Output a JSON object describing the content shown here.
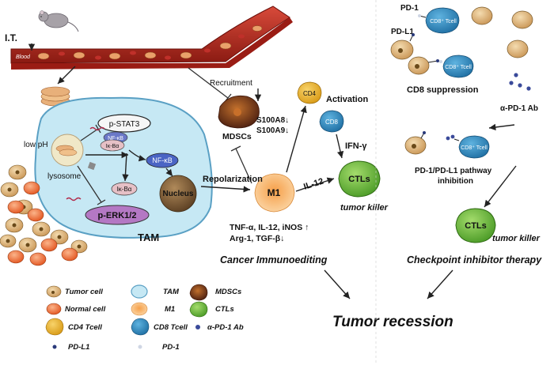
{
  "top_labels": {
    "it": "I.T.",
    "blood": "Blood",
    "recruitment": "Recruitment",
    "s100a8": "S100A8↓",
    "s100a9": "S100A9↓",
    "mdscs": "MDSCs",
    "activation": "Activation",
    "ifn": "IFN-γ",
    "il12": "IL-12",
    "ctls": "CTLs",
    "tumor_killer": "tumor killer",
    "m1": "M1",
    "cd4": "CD4",
    "cd8": "CD8",
    "repolarization": "Repolarization",
    "cytokines_up": "TNF-α, IL-12, iNOS ↑",
    "cytokines_down": "Arg-1, TGF-β↓",
    "cancer_immunoediting": "Cancer Immunoediting",
    "tumor_recession": "Tumor recession"
  },
  "tam_labels": {
    "low_ph": "low pH",
    "lysosome": "lysosome",
    "pstat3": "p-STAT3",
    "nfkb_complex": "NF-κB",
    "ikba_complex": "Iκ-Bα",
    "nfkb": "NF-κB",
    "ikba": "Iκ-Bα",
    "nucleus": "Nucleus",
    "perk": "p-ERK1/2",
    "tam": "TAM"
  },
  "right_labels": {
    "pd1": "PD-1",
    "pdl1": "PD-L1",
    "cd8_tcell": "CD8⁺ Tcell",
    "cd8_suppression": "CD8 suppression",
    "anti_pd1": "α-PD-1 Ab",
    "pathway_inhibition_1": "PD-1/PD-L1 pathway",
    "pathway_inhibition_2": "inhibition",
    "ctls": "CTLs",
    "tumor_killer": "tumor killer",
    "checkpoint": "Checkpoint inhibitor therapy"
  },
  "legend": [
    {
      "icon": "tumor-cell",
      "label": "Tumor cell"
    },
    {
      "icon": "tam",
      "label": "TAM"
    },
    {
      "icon": "mdsc",
      "label": "MDSCs"
    },
    {
      "icon": "normal-cell",
      "label": "Normal cell"
    },
    {
      "icon": "m1",
      "label": "M1"
    },
    {
      "icon": "ctl",
      "label": "CTLs"
    },
    {
      "icon": "cd4",
      "label": "CD4 Tcell"
    },
    {
      "icon": "cd8",
      "label": "CD8 Tcell"
    },
    {
      "icon": "anti-pd1",
      "label": "α-PD-1  Ab"
    },
    {
      "icon": "pdl1",
      "label": "PD-L1"
    },
    {
      "icon": "pd1",
      "label": "PD-1"
    }
  ],
  "colors": {
    "blood": "#b3261e",
    "tam_fill": "#c6e8f4",
    "tumor_fill": "#e3bd87",
    "normal_fill": "#f07a3c",
    "ctl_fill": "#6fbf3f",
    "cd8_fill": "#2f8cc4",
    "cd4_fill": "#f0b62c",
    "m1_fill": "#f6b77a",
    "mdsc_fill": "#7a3a20",
    "antibody": "#3a4a9a"
  }
}
